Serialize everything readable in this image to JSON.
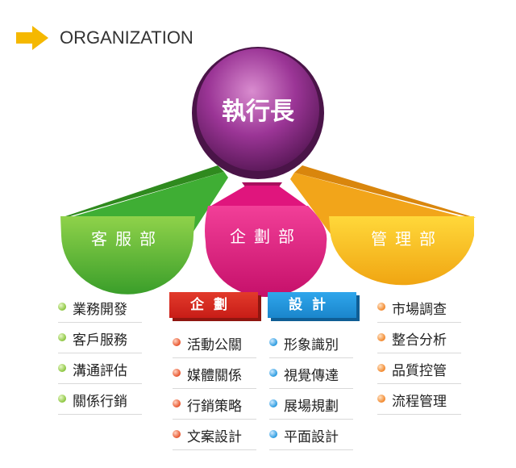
{
  "header": {
    "title": "ORGANIZATION"
  },
  "ceo": {
    "label": "執行長"
  },
  "departments": [
    {
      "label": "客服部",
      "color": "#3fae34"
    },
    {
      "label": "企劃部",
      "color": "#e0157d"
    },
    {
      "label": "管理部",
      "color": "#f2b21b"
    }
  ],
  "service_items": [
    "業務開發",
    "客戶服務",
    "溝通評估",
    "關係行銷"
  ],
  "planning_tag": "企劃",
  "planning_items": [
    "活動公關",
    "媒體關係",
    "行銷策略",
    "文案設計"
  ],
  "design_tag": "設計",
  "design_items": [
    "形象識別",
    "視覺傳達",
    "展場規劃",
    "平面設計"
  ],
  "management_items": [
    "市場調查",
    "整合分析",
    "品質控管",
    "流程管理"
  ],
  "colors": {
    "arrow": "#f5b800",
    "ceo": "#8e2a8c",
    "accent_red": "#d7261d",
    "accent_blue": "#1f94dd"
  }
}
